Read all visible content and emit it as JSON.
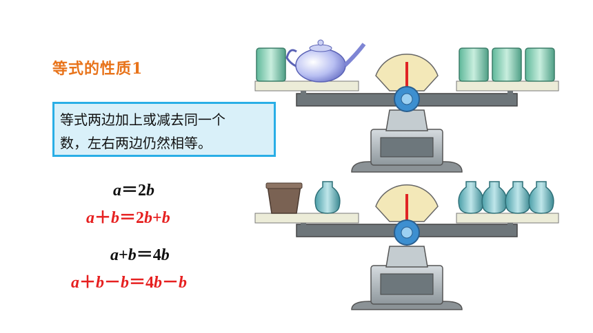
{
  "title": "等式的性质1",
  "rule": {
    "line1": "等式两边加上或减去同一个",
    "line2": "数，左右两边仍然相等。"
  },
  "equations": [
    {
      "a": "a",
      "op1": "＝",
      "c": "2",
      "b": "b"
    },
    {
      "a": "a",
      "op1": "＋",
      "b1": "b",
      "op2": "＝",
      "c": "2",
      "b2": "b",
      "op3": "+",
      "b3": "b"
    },
    {
      "a": "a",
      "op1": "+",
      "b1": "b",
      "op2": "＝",
      "c": "4",
      "b2": "b"
    },
    {
      "a": "a",
      "op1": "＋",
      "b1": "b",
      "op2": "－",
      "b2": "b",
      "op3": "＝",
      "c": "4",
      "b3": "b",
      "op4": "－",
      "b4": "b"
    }
  ],
  "colors": {
    "title": "#e8731a",
    "rule_border": "#29aee6",
    "rule_bg": "#d9f0f9",
    "highlight": "#e62020"
  },
  "illustrations": [
    {
      "name": "balance-scale-top",
      "left": [
        "glass"
      ],
      "right": [
        "glass",
        "glass",
        "glass"
      ],
      "extra_left": "teapot"
    },
    {
      "name": "balance-scale-bottom",
      "left": [
        "pot",
        "vase"
      ],
      "right": [
        "vase",
        "vase",
        "vase",
        "vase"
      ]
    }
  ]
}
